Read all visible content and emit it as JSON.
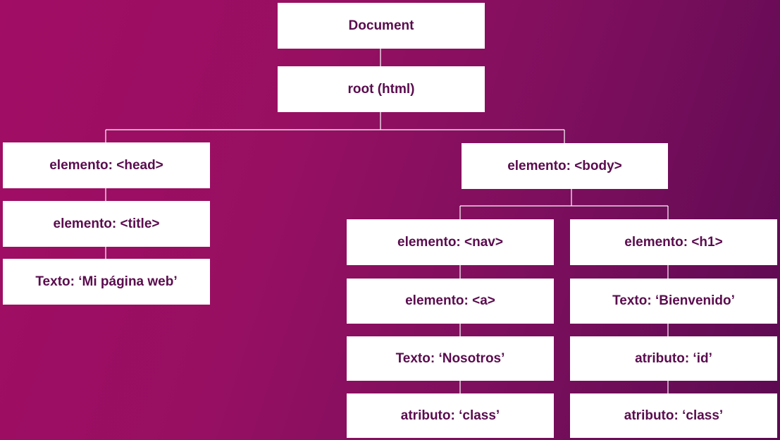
{
  "colors": {
    "background_start": "#a10d64",
    "background_end": "#5c0a52",
    "node_fill": "#ffffff",
    "node_text": "#5a0c4e",
    "connector": "#ffffff"
  },
  "nodes": {
    "document": "Document",
    "root": "root (html)",
    "head": "elemento: <head>",
    "title": "elemento: <title>",
    "title_text": "Texto: ‘Mi página web’",
    "body": "elemento: <body>",
    "nav": "elemento: <nav>",
    "anchor": "elemento: <a>",
    "anchor_text": "Texto: ‘Nosotros’",
    "anchor_class": "atributo: ‘class’",
    "h1": "elemento: <h1>",
    "h1_text": "Texto: ‘Bienvenido’",
    "h1_id": "atributo: ‘id’",
    "h1_class": "atributo: ‘class’"
  }
}
